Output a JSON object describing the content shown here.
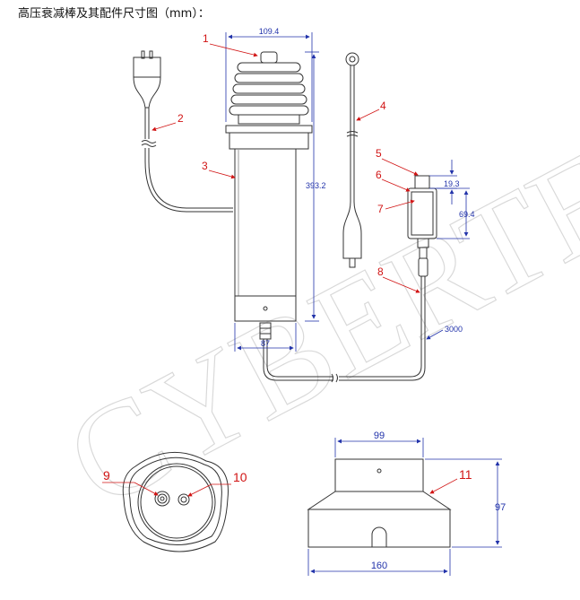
{
  "title": "高压衰减棒及其配件尺寸图（mm）：",
  "watermark": "CYBERTEK",
  "callouts": [
    "1",
    "2",
    "3",
    "4",
    "5",
    "6",
    "7",
    "8",
    "9",
    "10",
    "11"
  ],
  "dimensions": {
    "top_width": "109.4",
    "height": "393.2",
    "base_width": "87",
    "connector_height": "19.3",
    "box_height": "69.4",
    "cable_length": "3000",
    "cap_top_width": "99",
    "cap_height": "97",
    "cap_bottom_width": "160"
  },
  "colors": {
    "line": "#333333",
    "dim": "#2233aa",
    "callout": "#d11414"
  }
}
